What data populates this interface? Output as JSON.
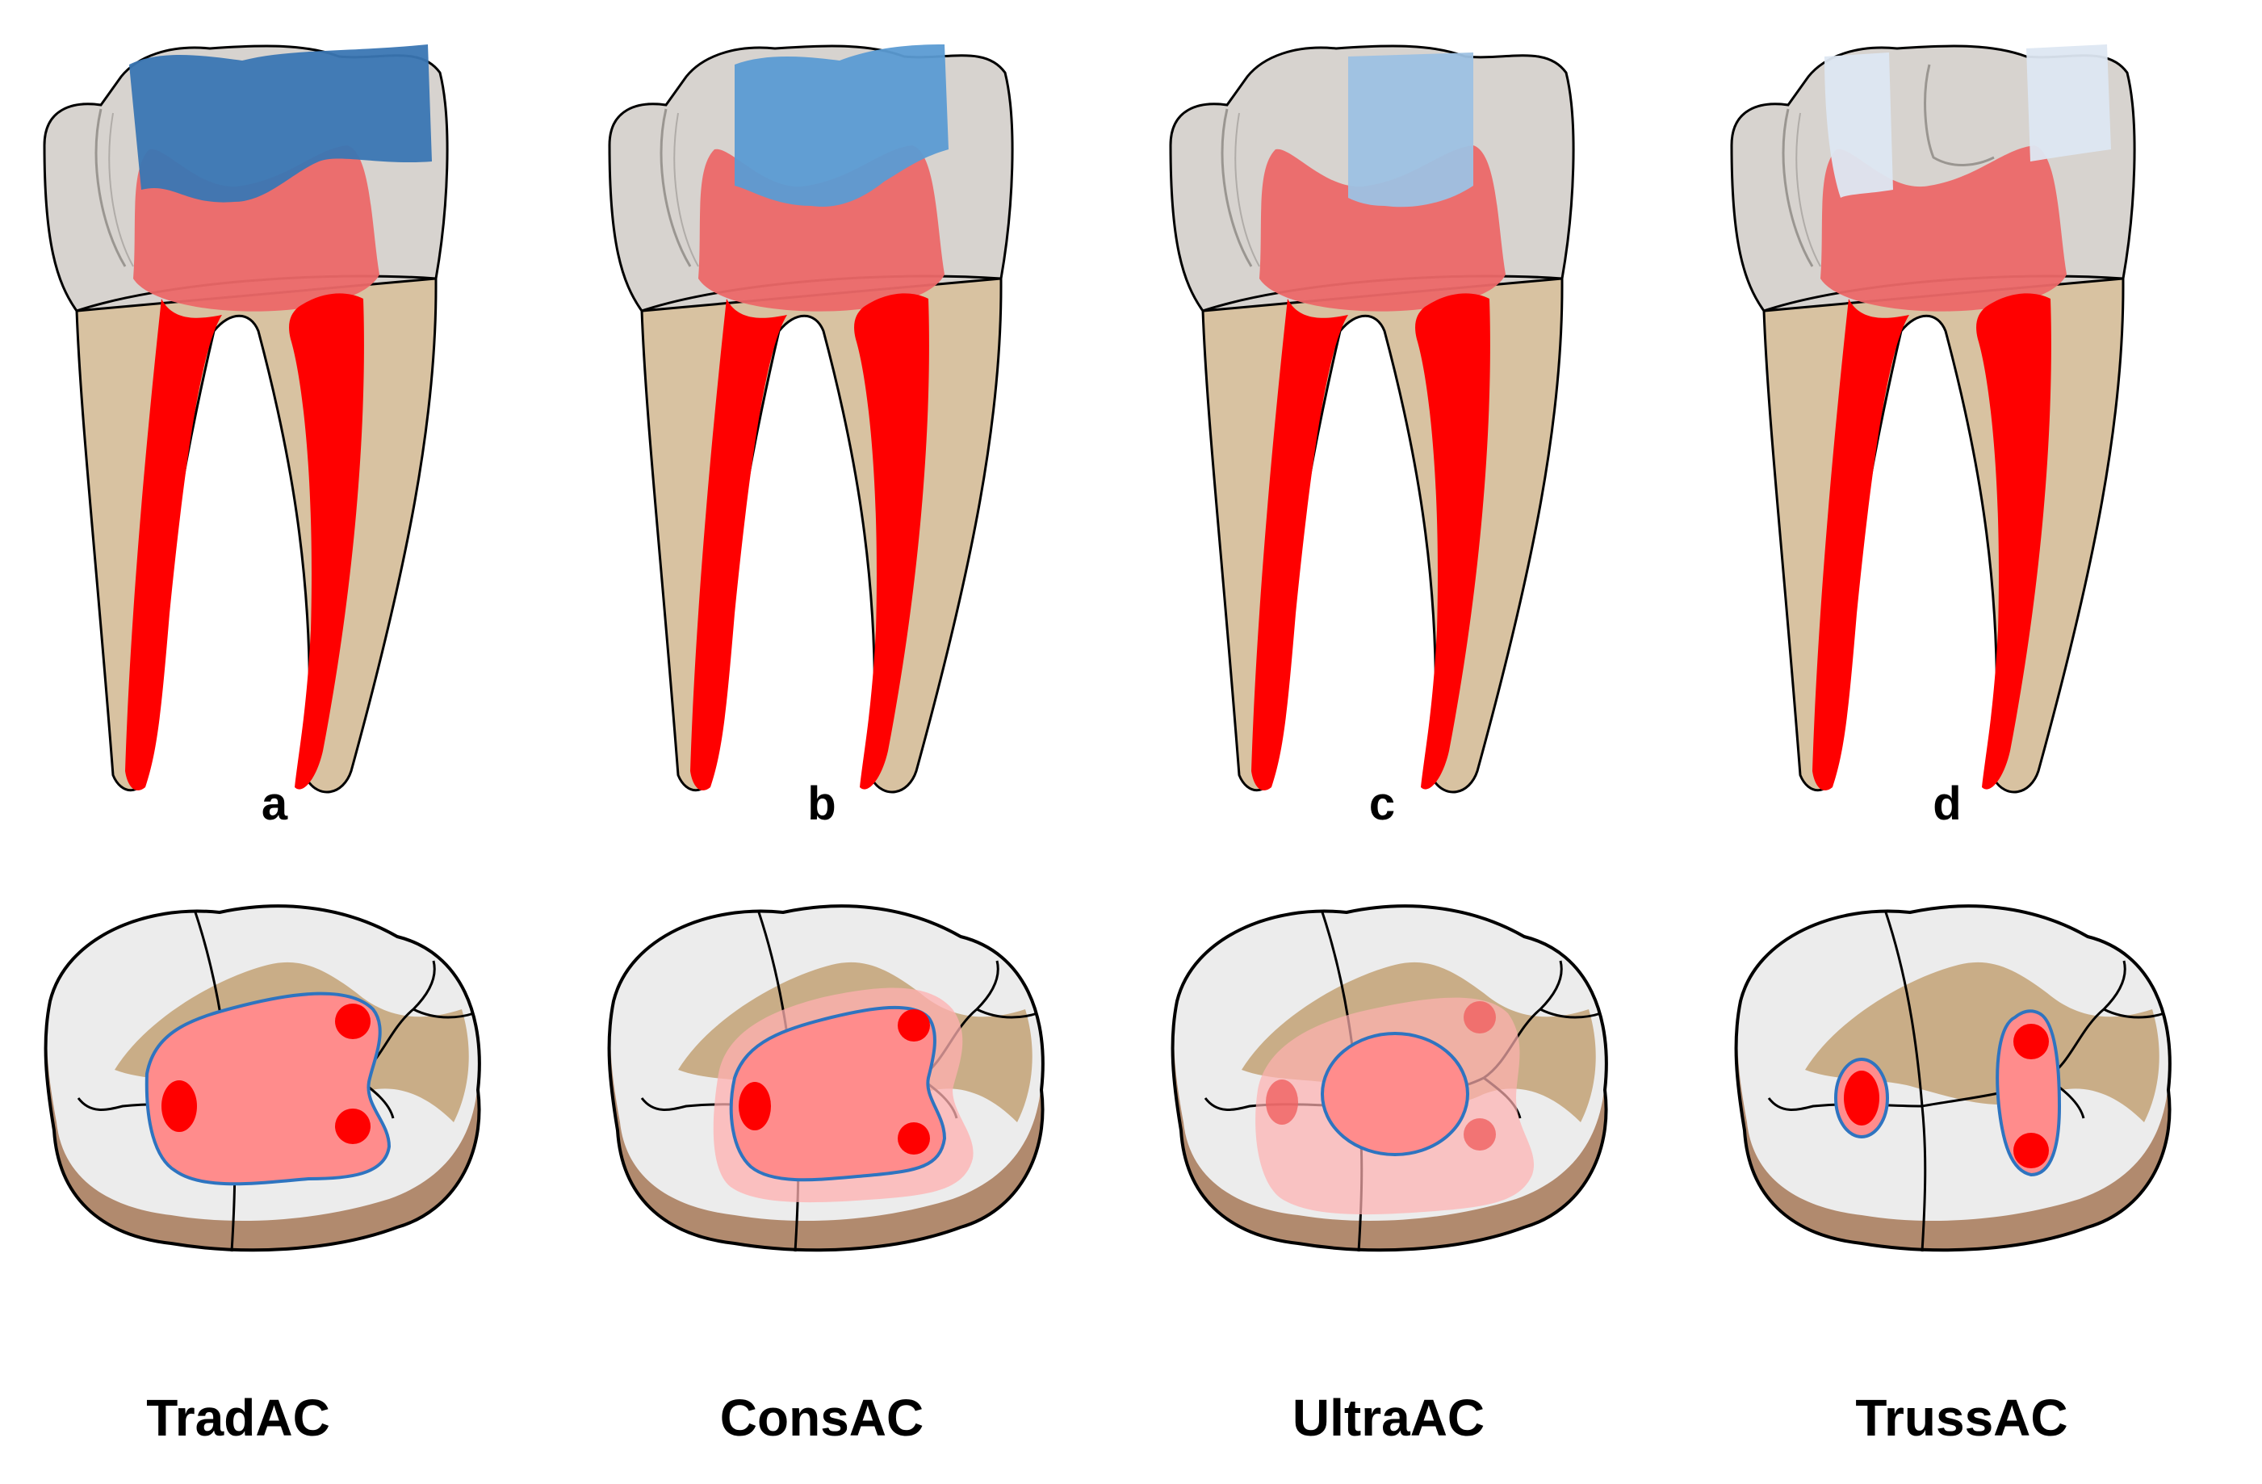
{
  "panels": [
    {
      "letter": "a",
      "method": "TradAC"
    },
    {
      "letter": "b",
      "method": "ConsAC"
    },
    {
      "letter": "c",
      "method": "UltraAC"
    },
    {
      "letter": "d",
      "method": "TrussAC"
    }
  ],
  "colors": {
    "enamel": "#d7d3cf",
    "dentin": "#d8c2a1",
    "pulp_chamber": "#ec6868",
    "root_canal": "#ff0000",
    "outline": "#000000",
    "access_tradac": "#3a76b3",
    "access_consac": "#5b9bd3",
    "access_ultraac": "#9dc1e3",
    "access_trussac": "#dde7f2",
    "occlusal_enamel": "#ececec",
    "occlusal_dentin": "#c9ad87",
    "occlusal_root": "#b18a6e",
    "cavity_fill": "#ff8c8c",
    "cavity_outline": "#2e74c0",
    "canal_orifice": "#ff0000"
  }
}
